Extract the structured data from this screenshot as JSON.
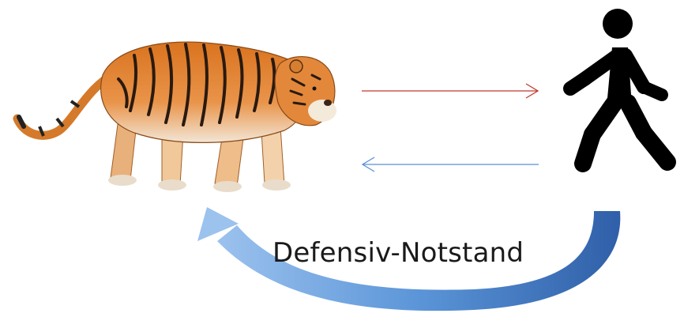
{
  "diagram": {
    "label": "Defensiv-Notstand",
    "nodes": [
      {
        "id": "tiger",
        "icon": "tiger-icon"
      },
      {
        "id": "person",
        "icon": "walking-person-icon"
      }
    ],
    "edges": [
      {
        "from": "tiger",
        "to": "person",
        "color": "#c0392b"
      },
      {
        "from": "person",
        "to": "tiger",
        "color": "#5b8fd6"
      },
      {
        "from": "person",
        "to": "tiger",
        "style": "curved-gradient",
        "color": "#4a86c8"
      }
    ]
  }
}
